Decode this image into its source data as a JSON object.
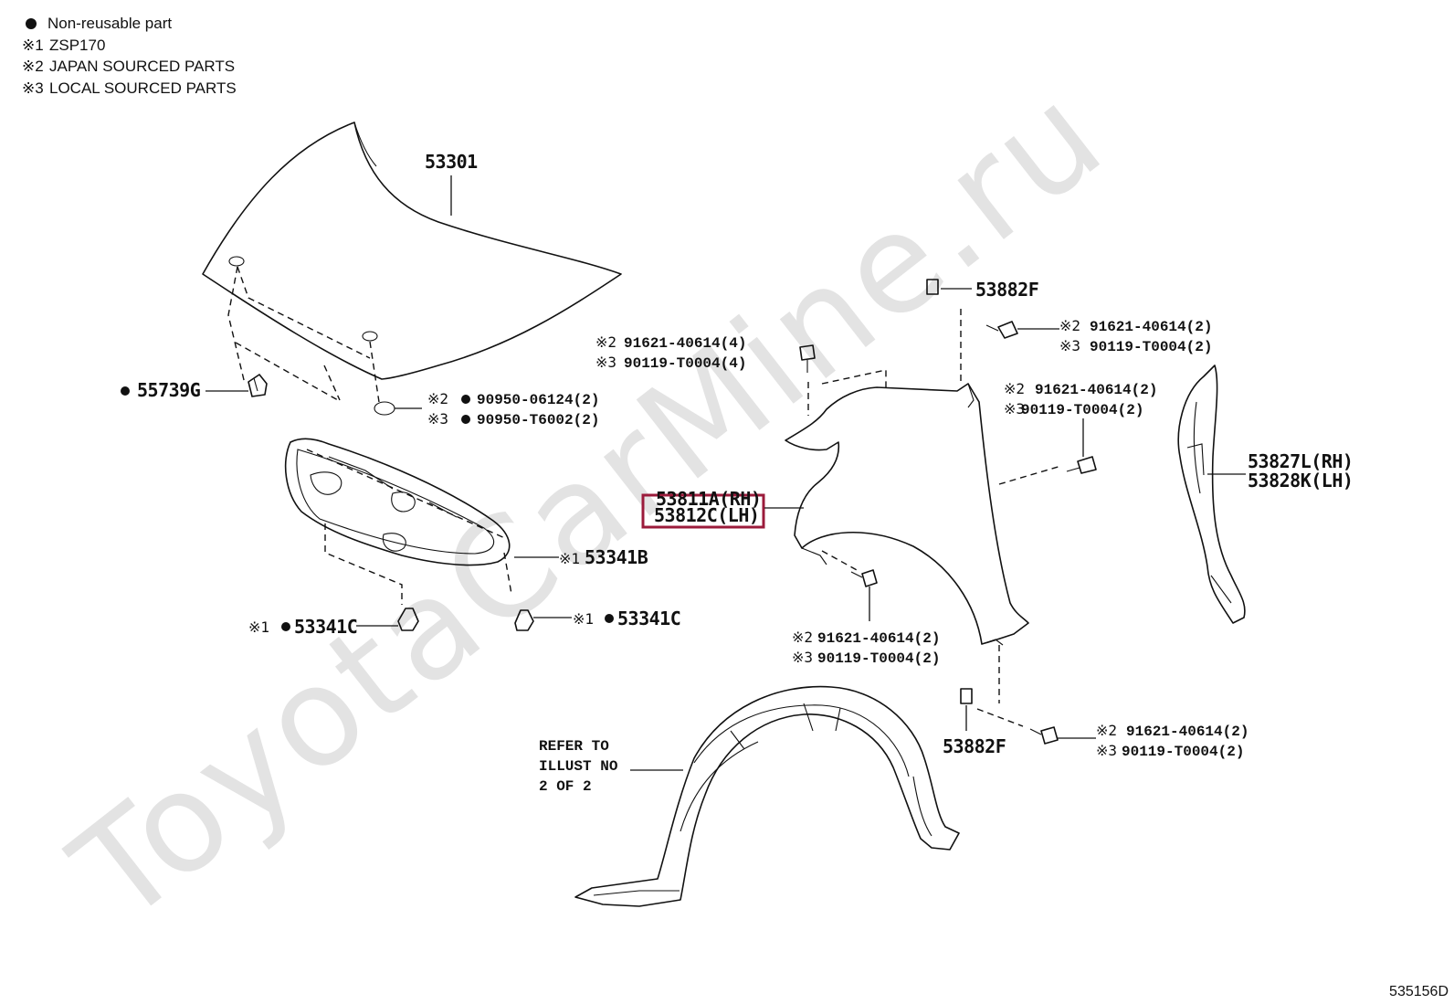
{
  "legend": {
    "non_reusable": "Non-reusable part",
    "notes": [
      {
        "mark": "※1",
        "text": "ZSP170"
      },
      {
        "mark": "※2",
        "text": "JAPAN SOURCED PARTS"
      },
      {
        "mark": "※3",
        "text": "LOCAL SOURCED PARTS"
      }
    ]
  },
  "watermark": "ToyotaCarMine.ru",
  "figure_id": "535156D",
  "parts": {
    "hood": "53301",
    "hood_bumper": "55739G",
    "hood_seal_j": "90950-06124(2)",
    "hood_seal_l": "90950-T6002(2)",
    "insulator": "53341B",
    "clip_left": "53341C",
    "clip_right": "53341C",
    "fender_rh": "53811A(RH)",
    "fender_lh": "53812C(LH)",
    "fender_bolt_top_j": "91621-40614(4)",
    "fender_bolt_top_l": "90119-T0004(4)",
    "nut_top": "53882F",
    "bolt_a_j": "91621-40614(2)",
    "bolt_a_l": "90119-T0004(2)",
    "bolt_b_j": "91621-40614(2)",
    "bolt_b_l": "90119-T0004(2)",
    "seal_rh": "53827L(RH)",
    "seal_lh": "53828K(LH)",
    "bolt_c_j": "91621-40614(2)",
    "bolt_c_l": "90119-T0004(2)",
    "nut_bottom": "53882F",
    "bolt_d_j": "91621-40614(2)",
    "bolt_d_l": "90119-T0004(2)",
    "refer_line1": "REFER TO",
    "refer_line2": "ILLUST NO",
    "refer_line3": "2 OF 2"
  },
  "marks": {
    "j": "※2",
    "l": "※3",
    "z": "※1"
  },
  "colors": {
    "highlight": "#9b1b3b",
    "ink": "#111111",
    "watermark": "#e3e3e3"
  }
}
